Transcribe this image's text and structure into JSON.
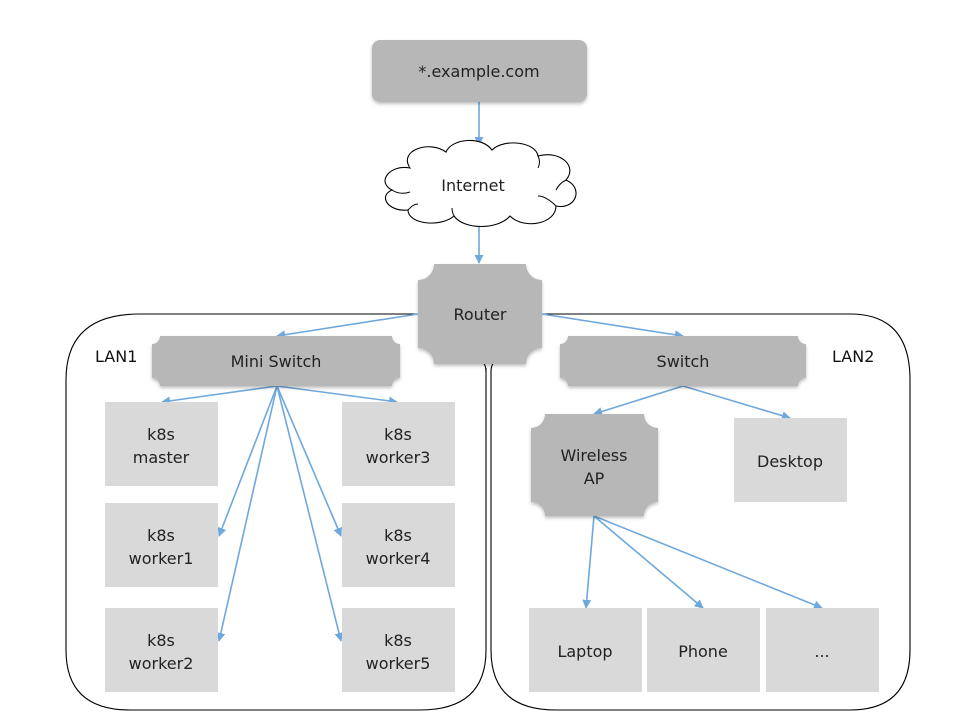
{
  "colors": {
    "device_fill": "#d9d9d9",
    "network_fill": "#b7b7b7",
    "arrow": "#6fa8dc",
    "text": "#222222",
    "outline": "#000000"
  },
  "nodes": {
    "domain": {
      "label": "*.example.com",
      "shape": "rounded-rect"
    },
    "internet": {
      "label": "Internet",
      "shape": "cloud"
    },
    "router": {
      "label": "Router",
      "shape": "plaque"
    },
    "mini_switch": {
      "label": "Mini Switch",
      "shape": "plaque"
    },
    "switch": {
      "label": "Switch",
      "shape": "plaque"
    },
    "wireless_ap": {
      "label_line1": "Wireless",
      "label_line2": "AP",
      "shape": "plaque"
    },
    "k8s_master": {
      "label_line1": "k8s",
      "label_line2": "master",
      "shape": "rect"
    },
    "k8s_worker1": {
      "label_line1": "k8s",
      "label_line2": "worker1",
      "shape": "rect"
    },
    "k8s_worker2": {
      "label_line1": "k8s",
      "label_line2": "worker2",
      "shape": "rect"
    },
    "k8s_worker3": {
      "label_line1": "k8s",
      "label_line2": "worker3",
      "shape": "rect"
    },
    "k8s_worker4": {
      "label_line1": "k8s",
      "label_line2": "worker4",
      "shape": "rect"
    },
    "k8s_worker5": {
      "label_line1": "k8s",
      "label_line2": "worker5",
      "shape": "rect"
    },
    "desktop": {
      "label": "Desktop",
      "shape": "rect"
    },
    "laptop": {
      "label": "Laptop",
      "shape": "rect"
    },
    "phone": {
      "label": "Phone",
      "shape": "rect"
    },
    "more": {
      "label": "...",
      "shape": "rect"
    }
  },
  "groups": {
    "lan1": {
      "label": "LAN1",
      "members": [
        "mini_switch",
        "k8s_master",
        "k8s_worker1",
        "k8s_worker2",
        "k8s_worker3",
        "k8s_worker4",
        "k8s_worker5"
      ]
    },
    "lan2": {
      "label": "LAN2",
      "members": [
        "switch",
        "wireless_ap",
        "desktop",
        "laptop",
        "phone",
        "more"
      ]
    }
  },
  "edges": [
    {
      "from": "domain",
      "to": "internet"
    },
    {
      "from": "internet",
      "to": "router"
    },
    {
      "from": "router",
      "to": "mini_switch"
    },
    {
      "from": "router",
      "to": "switch"
    },
    {
      "from": "mini_switch",
      "to": "k8s_master"
    },
    {
      "from": "mini_switch",
      "to": "k8s_worker1"
    },
    {
      "from": "mini_switch",
      "to": "k8s_worker2"
    },
    {
      "from": "mini_switch",
      "to": "k8s_worker3"
    },
    {
      "from": "mini_switch",
      "to": "k8s_worker4"
    },
    {
      "from": "mini_switch",
      "to": "k8s_worker5"
    },
    {
      "from": "switch",
      "to": "wireless_ap"
    },
    {
      "from": "switch",
      "to": "desktop"
    },
    {
      "from": "wireless_ap",
      "to": "laptop"
    },
    {
      "from": "wireless_ap",
      "to": "phone"
    },
    {
      "from": "wireless_ap",
      "to": "more"
    }
  ]
}
